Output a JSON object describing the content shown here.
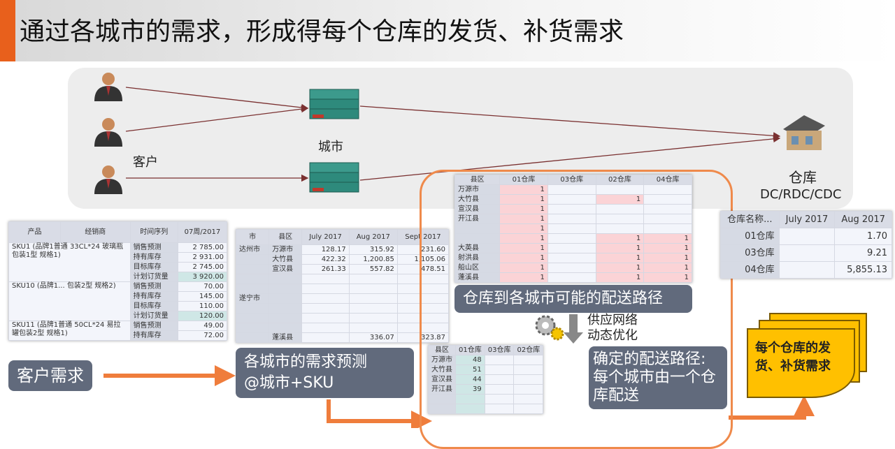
{
  "title": "通过各城市的需求，形成得每个仓库的发货、补货需求",
  "colors": {
    "accent": "#e8601c",
    "arrow": "#ef7d3c",
    "doc": "#ffc000",
    "pink": "#fbd3d6",
    "teal": "#cfe7e6"
  },
  "network": {
    "customer_label": "客户",
    "city_label": "城市",
    "warehouse_label": "仓库",
    "warehouse_types": "DC/RDC/CDC",
    "icons": [
      "person-icon",
      "server-stack-icon",
      "warehouse-icon"
    ]
  },
  "table1": {
    "headers": [
      "产品",
      "经销商",
      "时间序列"
    ],
    "col": "07周/2017",
    "rows": [
      {
        "product": "SKU1 (品牌1普通 33CL*24 玻璃瓶包装1型 规格1)",
        "series": [
          "销售预测",
          "持有库存",
          "目标库存",
          "计划订货量"
        ],
        "values": [
          "2 785.00",
          "2 931.00",
          "2 745.00",
          "3 920.00"
        ]
      },
      {
        "product": "SKU10 (品牌1... 包装2型 规格2)",
        "series": [
          "销售预测",
          "持有库存",
          "目标库存",
          "计划订货量"
        ],
        "values": [
          "70.00",
          "145.00",
          "110.00",
          "120.00"
        ]
      },
      {
        "product": "SKU11 (品牌1普通 50CL*24 易拉罐包装2型 规格1)",
        "series": [
          "销售预测",
          "持有库存"
        ],
        "values": [
          "49.00",
          "72.00"
        ]
      }
    ]
  },
  "label_customer_demand": "客户需求",
  "table2": {
    "headers": [
      "市",
      "县区",
      "July 2017",
      "Aug 2017",
      "Sept 2017"
    ],
    "groups": [
      "达州市",
      "遂宁市"
    ],
    "rows": [
      [
        "万源市",
        "128.17",
        "315.92",
        "231.60"
      ],
      [
        "大竹县",
        "422.32",
        "1,200.85",
        "1,105.06"
      ],
      [
        "宣汉县",
        "261.33",
        "557.82",
        "478.51"
      ],
      [
        "",
        "",
        "",
        "",
        ""
      ],
      [
        "",
        "",
        "",
        ""
      ],
      [
        "",
        "",
        "",
        ""
      ],
      [
        "",
        "",
        "",
        ""
      ],
      [
        "",
        "",
        "",
        ""
      ],
      [
        "",
        "",
        "",
        ""
      ],
      [
        "蓬溪县",
        "",
        "336.07",
        "323.87"
      ]
    ]
  },
  "label_city_forecast": [
    "各城市的需求预测",
    "@城市+SKU"
  ],
  "table3": {
    "headers": [
      "县区",
      "01仓库",
      "03仓库",
      "02仓库",
      "04仓库"
    ],
    "rows": [
      [
        "万源市",
        "1",
        "",
        "",
        ""
      ],
      [
        "大竹县",
        "1",
        "",
        "1",
        ""
      ],
      [
        "宣汉县",
        "1",
        "",
        "",
        ""
      ],
      [
        "开江县",
        "1",
        "",
        "",
        ""
      ],
      [
        "",
        "1",
        "",
        "",
        ""
      ],
      [
        "",
        "1",
        "",
        "1",
        "1"
      ],
      [
        "大英县",
        "1",
        "",
        "1",
        "1"
      ],
      [
        "射洪县",
        "1",
        "",
        "1",
        "1"
      ],
      [
        "船山区",
        "1",
        "",
        "1",
        "1"
      ],
      [
        "蓬溪县",
        "1",
        "",
        "1",
        "1"
      ]
    ]
  },
  "label_routes": "仓库到各城市可能的配送路径",
  "optimize_label": [
    "供应网络",
    "动态优化"
  ],
  "table4": {
    "headers": [
      "县区",
      "01仓库",
      "03仓库",
      "02仓库"
    ],
    "rows": [
      [
        "万源市",
        "48"
      ],
      [
        "大竹县",
        "51"
      ],
      [
        "宣汉县",
        "44"
      ],
      [
        "开江县",
        "39"
      ],
      [
        "",
        ""
      ],
      [
        "",
        ""
      ]
    ]
  },
  "label_fixed_routes": [
    "确定的配送路径:",
    "每个城市由一个仓库配送"
  ],
  "table5": {
    "header": "仓库名称...",
    "cols": [
      "July 2017",
      "Aug 2017"
    ],
    "rows": [
      [
        "01仓库",
        "1.70"
      ],
      [
        "03仓库",
        "9.21"
      ],
      [
        "04仓库",
        "5,855.13"
      ]
    ]
  },
  "doc_label": [
    "每个仓库的发",
    "货、补货需求"
  ]
}
